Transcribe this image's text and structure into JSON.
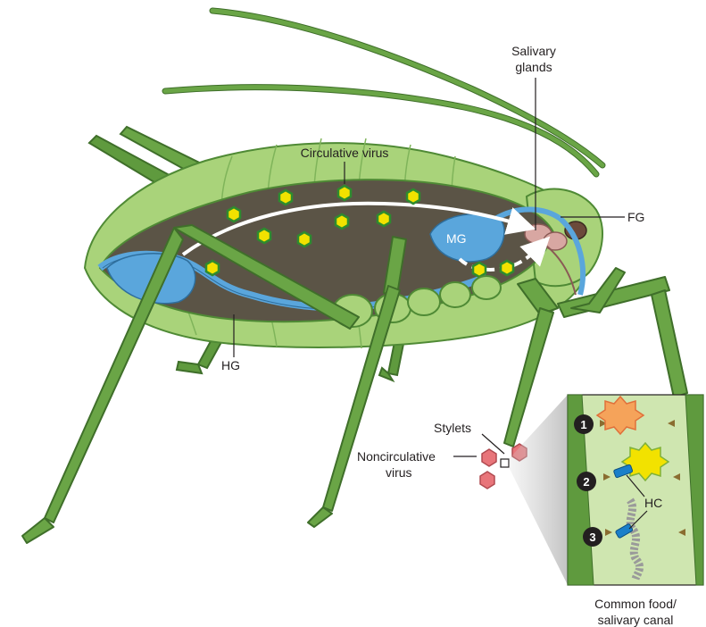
{
  "labels": {
    "salivary_glands_line1": "Salivary",
    "salivary_glands_line2": "glands",
    "circulative_virus": "Circulative virus",
    "fg": "FG",
    "mg": "MG",
    "hg": "HG",
    "stylets": "Stylets",
    "noncirculative_line1": "Noncirculative",
    "noncirculative_line2": "virus",
    "hc": "HC",
    "caption_line1": "Common food/",
    "caption_line2": "salivary canal"
  },
  "steps": [
    "1",
    "2",
    "3"
  ],
  "colors": {
    "leg_green": "#5f9a3e",
    "body_light_green": "#a9d37a",
    "gut_blue": "#5aa6dc",
    "gut_dark": "#5b5446",
    "virus_yellow": "#f2e200",
    "virus_green_outline": "#2e8b2e",
    "noncirculative_red": "#e8757a",
    "salivary_pink": "#d8a7a2",
    "inset_background": "#cfe6b0"
  },
  "icons": [
    "circulative-virus-icon",
    "noncirculative-virus-icon",
    "helper-component-icon"
  ]
}
